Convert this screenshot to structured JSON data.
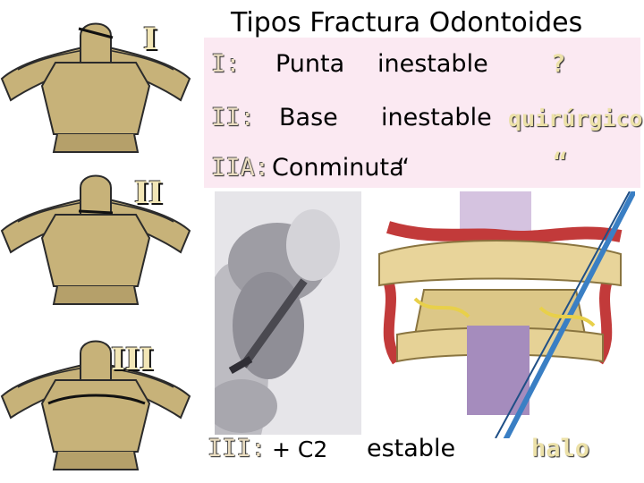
{
  "title": "Tipos Fractura Odontoides",
  "side_labels": {
    "I": "I",
    "II": "II",
    "III": "III"
  },
  "table": {
    "row1": {
      "label": "I:",
      "location": "Punta",
      "stability": "inestable",
      "treatment": "?"
    },
    "row2": {
      "label": "II:",
      "location": "Base",
      "stability": "inestable",
      "treatment": "quirúrgico"
    },
    "row3": {
      "label": "IIA:",
      "location": "Conminuta",
      "stability": "“",
      "treatment": "“"
    }
  },
  "bottom_row": {
    "label": "III:",
    "location": "+ C2",
    "stability": "estable",
    "treatment": "halo"
  },
  "colors": {
    "table_bg": "#fbe9f2",
    "bone": "#c7b279",
    "bone_outline": "#2b2b2b",
    "roman_fill": "#f2e6b6",
    "label_fill": "#e9dcc0"
  },
  "images": {
    "vertebra_diagrams": "odontoid-vertebra-diagram",
    "xray": "xray-screw-fixation",
    "illustration": "surgical-c2-illustration"
  }
}
